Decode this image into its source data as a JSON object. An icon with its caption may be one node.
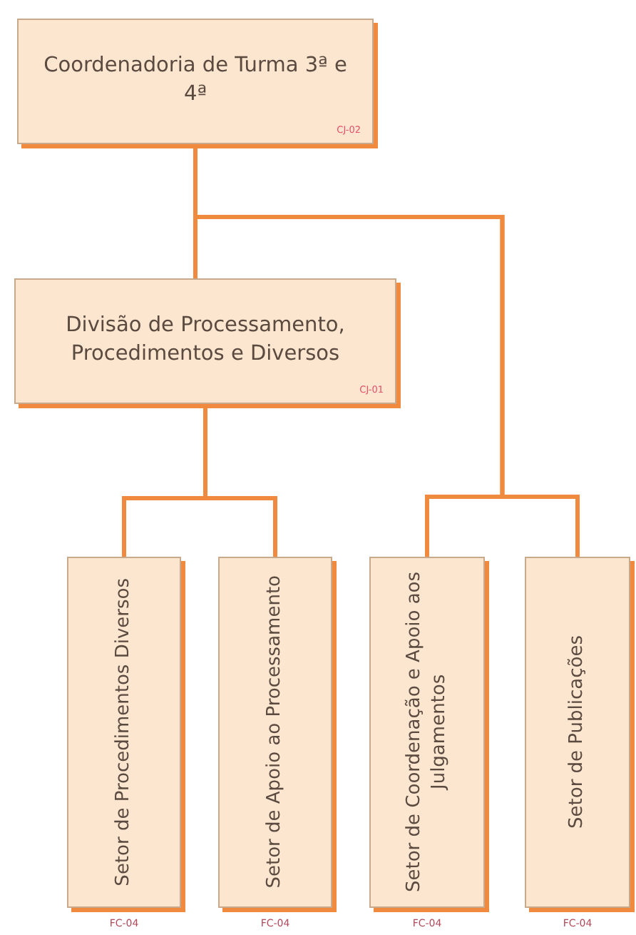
{
  "diagram": {
    "nodes": [
      {
        "text": [
          "Coordenadoria de Turma 3ª e 4ª",
          "CJ-02"
        ]
      },
      {
        "text": [
          "Divisão de Processamento, Procedimentos e Diversos",
          "CJ-01"
        ]
      },
      {
        "text": [
          "Setor de Procedimentos Diversos"
        ],
        "beside": [
          "FC-04"
        ]
      },
      {
        "text": [
          "Setor de Apoio ao Processamento"
        ],
        "beside": [
          "FC-04"
        ]
      },
      {
        "text": [
          "Setor de Coordenação e Apoio aos Julgamentos"
        ],
        "beside": [
          "FC-04"
        ]
      },
      {
        "text": [
          "Setor de Publicações"
        ],
        "beside": [
          "FC-04"
        ]
      }
    ],
    "edges": [
      {
        "from": 0,
        "to": 1,
        "arrow": "none"
      },
      {
        "from": 0,
        "to": 4,
        "arrow": "none"
      },
      {
        "from": 0,
        "to": 5,
        "arrow": "none"
      },
      {
        "from": 1,
        "to": 2,
        "arrow": "none"
      },
      {
        "from": 1,
        "to": 3,
        "arrow": "none"
      }
    ]
  }
}
